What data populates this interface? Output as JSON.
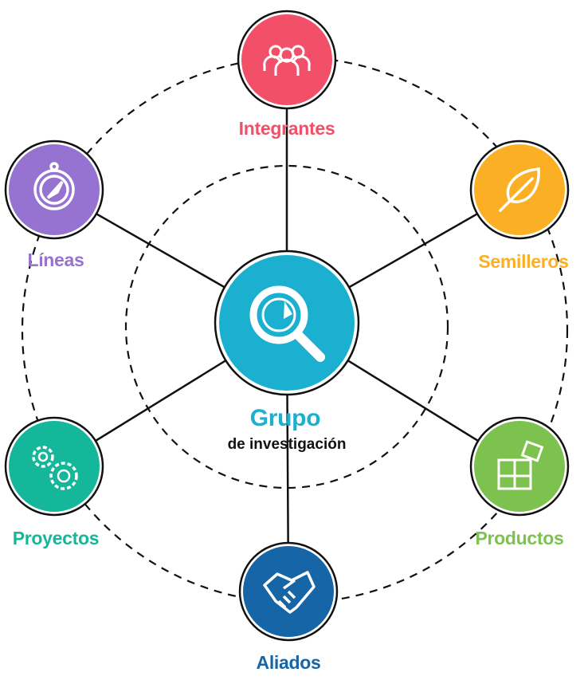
{
  "center": {
    "title": "Grupo",
    "subtitle": "de investigación",
    "color": "#1BAFD0",
    "icon": "magnifier-chart-icon"
  },
  "nodes": [
    {
      "id": "integrantes",
      "label": "Integrantes",
      "color": "#F25069",
      "icon": "people-icon"
    },
    {
      "id": "lineas",
      "label": "Líneas",
      "color": "#9672D1",
      "icon": "compass-icon"
    },
    {
      "id": "semilleros",
      "label": "Semilleros",
      "color": "#FBAF24",
      "icon": "leaf-icon"
    },
    {
      "id": "proyectos",
      "label": "Proyectos",
      "color": "#14B79A",
      "icon": "gears-icon"
    },
    {
      "id": "productos",
      "label": "Productos",
      "color": "#7DC24E",
      "icon": "puzzle-icon"
    },
    {
      "id": "aliados",
      "label": "Aliados",
      "color": "#1565A7",
      "icon": "handshake-icon"
    }
  ]
}
